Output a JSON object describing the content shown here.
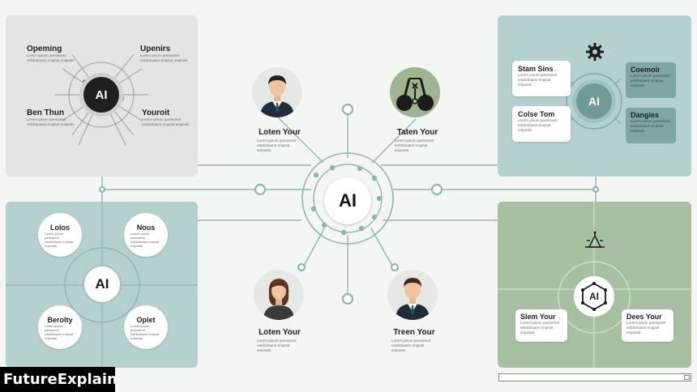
{
  "brand": "FutureExplain",
  "center": {
    "label": "AI"
  },
  "lorem": "Lorem ipsum pareiamet estdictiaans enipsat enipsats",
  "people": [
    {
      "label": "Loten Your"
    },
    {
      "label": "Taten Your"
    },
    {
      "label": "Loten Your"
    },
    {
      "label": "Treen Your"
    }
  ],
  "panels": {
    "top_left": {
      "hub": "AI",
      "items": [
        "Opeming",
        "Upenirs",
        "Ben Thun",
        "Youroit"
      ]
    },
    "top_right": {
      "hub": "AI",
      "items": [
        "Stam Sins",
        "Colse Tom",
        "Coemoir",
        "Dangies"
      ]
    },
    "bottom_left": {
      "hub": "AI",
      "items": [
        "Lolos",
        "Nous",
        "Berolty",
        "Oplet"
      ]
    },
    "bottom_right": {
      "hub": "AI",
      "items": [
        "Slem Your",
        "Dees Your"
      ]
    }
  },
  "colors": {
    "teal_panel": "#b5d1cf",
    "green_panel": "#a7c0a1",
    "grey_panel": "#e3e5e3",
    "wire": "#8fb5b2",
    "dark": "#1b1b1b"
  },
  "icons": [
    "gear-icon",
    "robot-icon",
    "ai-chip-icon"
  ]
}
